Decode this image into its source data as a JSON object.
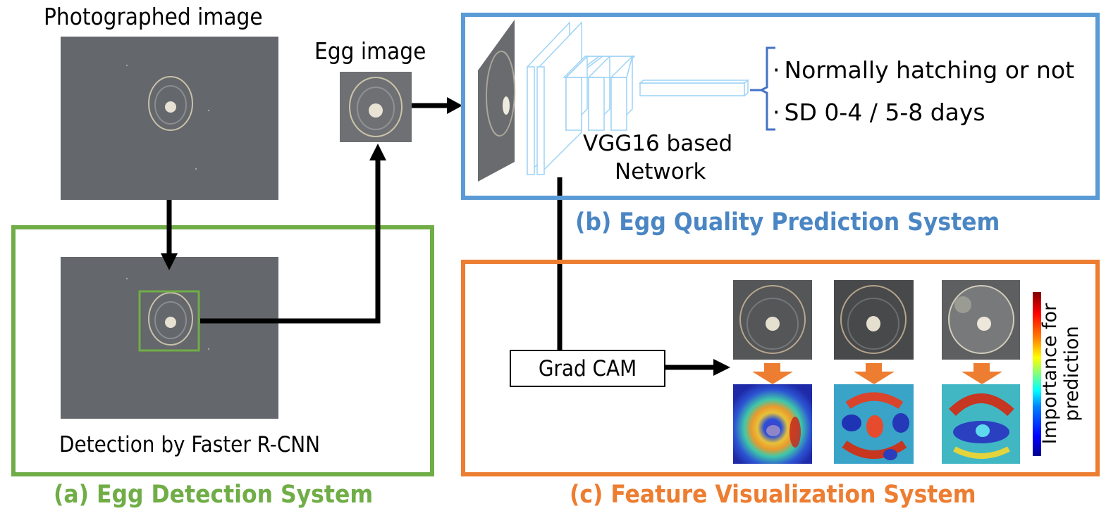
{
  "labels": {
    "photographed_image": "Photographed image",
    "egg_image": "Egg image",
    "detection_caption": "Detection by Faster R-CNN",
    "network_line1": "VGG16 based",
    "network_line2": "Network",
    "output_item1": "Normally hatching or not",
    "output_item2": "SD 0-4 / 5-8 days",
    "bullet": "·",
    "gradcam": "Grad CAM",
    "colorbar_line1": "Importance for",
    "colorbar_line2": "prediction"
  },
  "systems": {
    "a": {
      "title": "(a) Egg Detection System",
      "color": "#70ad47"
    },
    "b": {
      "title": "(b) Egg Quality Prediction System",
      "color": "#5b9bd5"
    },
    "c": {
      "title": "(c) Feature Visualization System",
      "color": "#ed7d31"
    }
  },
  "colors": {
    "network_layers": "#9dd3f5",
    "bracket": "#4472c4",
    "arrow_black": "#000000",
    "arrow_orange": "#ed7d31",
    "title_b_text": "#4a86c4"
  },
  "heatmap_examples": [
    {
      "id": "sample-1"
    },
    {
      "id": "sample-2"
    },
    {
      "id": "sample-3"
    }
  ]
}
